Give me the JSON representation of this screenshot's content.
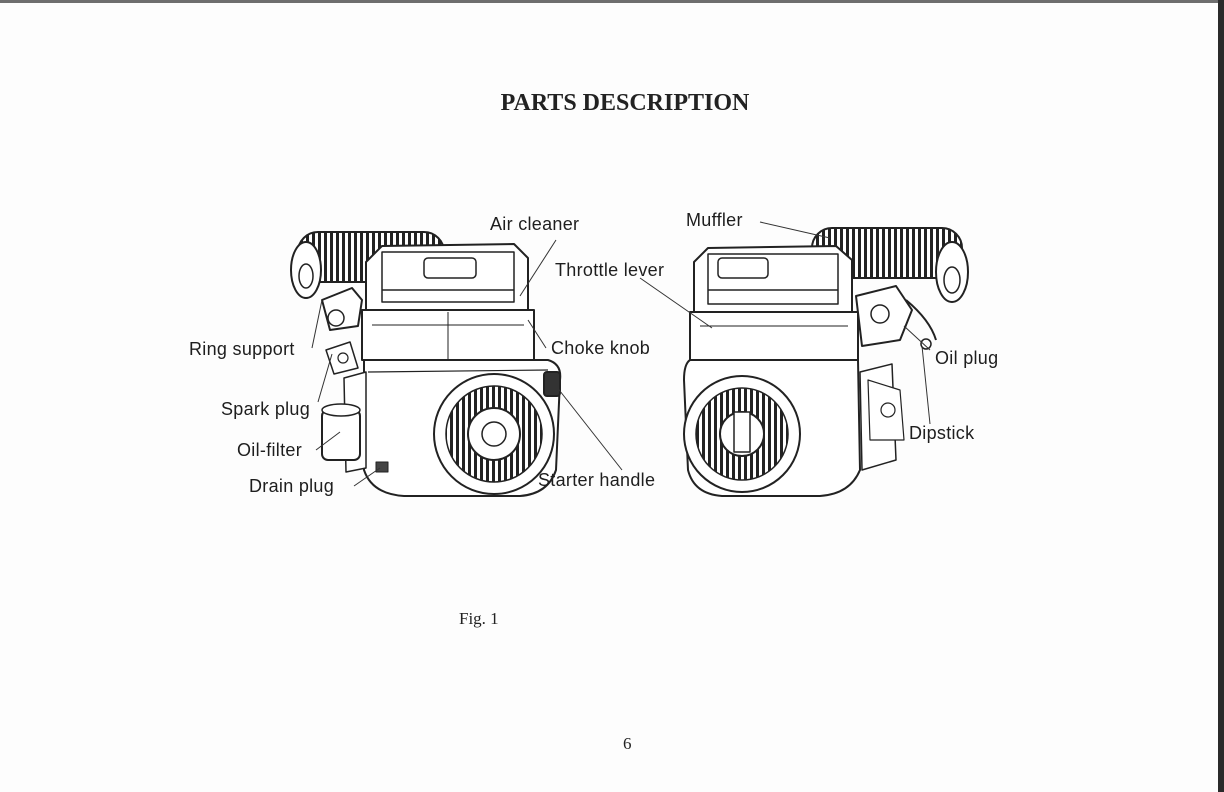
{
  "title": "PARTS DESCRIPTION",
  "caption": "Fig. 1",
  "page_number": "6",
  "labels": {
    "air_cleaner": "Air cleaner",
    "muffler": "Muffler",
    "throttle_lever": "Throttle lever",
    "ring_support": "Ring support",
    "choke_knob": "Choke knob",
    "oil_plug": "Oil plug",
    "spark_plug": "Spark plug",
    "dipstick": "Dipstick",
    "oil_filter": "Oil-filter",
    "drain_plug": "Drain plug",
    "starter_handle": "Starter handle"
  }
}
